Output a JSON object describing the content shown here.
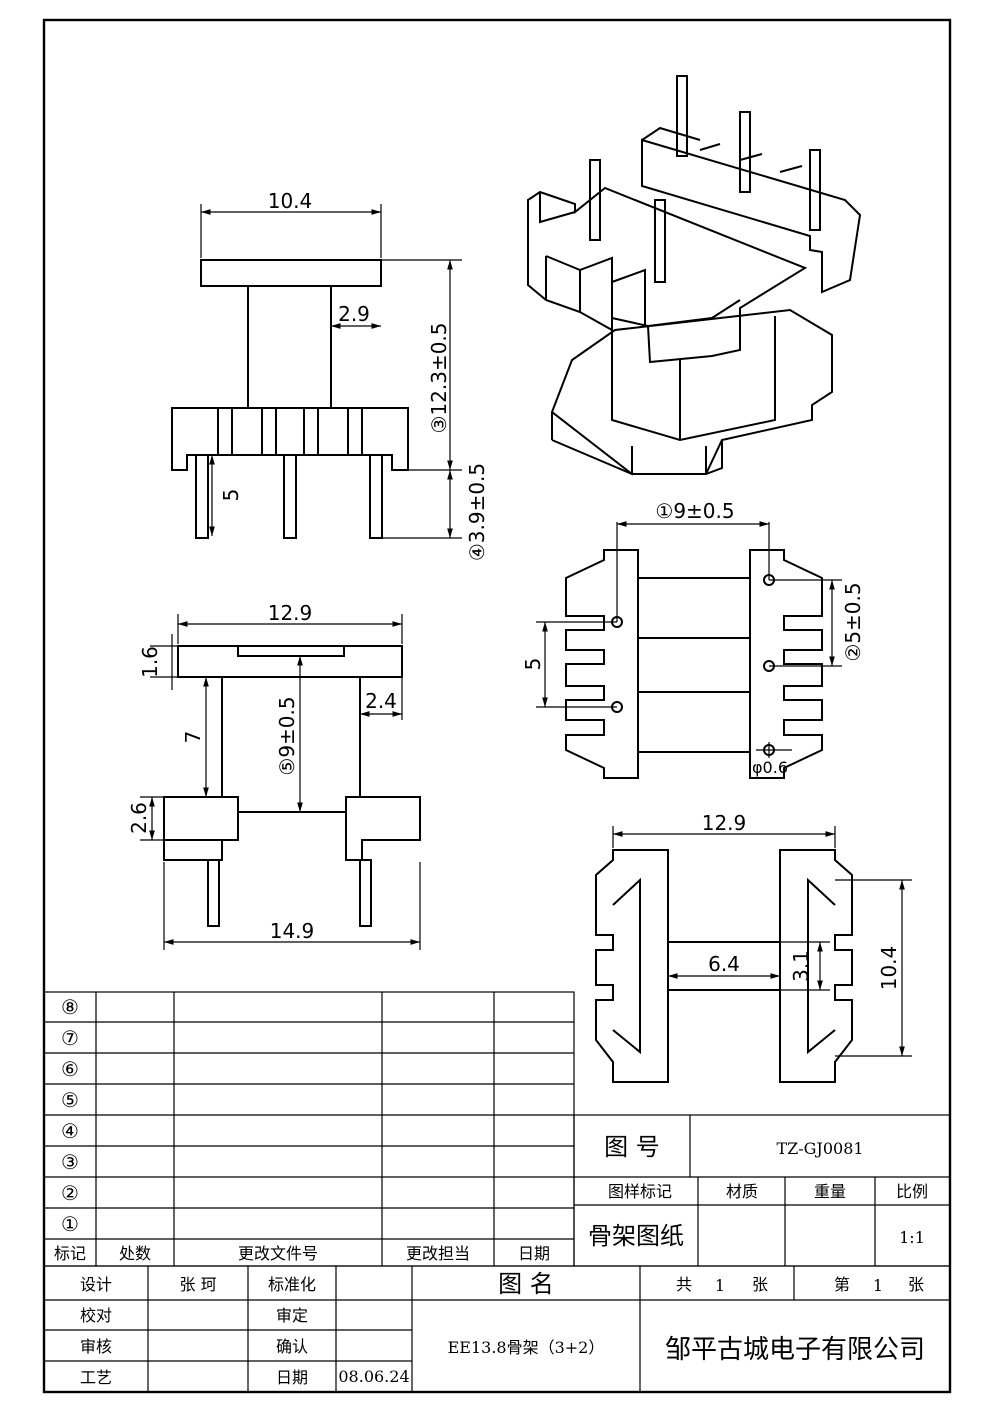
{
  "dimensions": {
    "side_top_width": "10.4",
    "side_post": "2.9",
    "side_height": "③12.3±0.5",
    "side_pin_len": "5",
    "side_pin_offset": "④3.9±0.5",
    "front_top_width": "12.9",
    "front_flange": "1.6",
    "front_post": "2.4",
    "front_height": "⑤9±0.5",
    "front_inner": "7",
    "front_base": "2.6",
    "front_bottom_width": "14.9",
    "bottom_pin_span": "①9±0.5",
    "bottom_pitch_left": "5",
    "bottom_pitch_right": "②5±0.5",
    "bottom_pin_dia": "φ0.6",
    "top_width": "12.9",
    "top_core_w": "6.4",
    "top_core_h": "3.1",
    "top_height": "10.4"
  },
  "revision_table": {
    "rows": [
      "⑧",
      "⑦",
      "⑥",
      "⑤",
      "④",
      "③",
      "②",
      "①"
    ],
    "headers": [
      "标记",
      "处数",
      "更改文件号",
      "更改担当",
      "日期"
    ]
  },
  "title_block": {
    "drawing_no_label": "图 号",
    "drawing_no": "TZ-GJ0081",
    "mark_label": "图样标记",
    "material_label": "材质",
    "weight_label": "重量",
    "scale_label": "比例",
    "doc_type": "骨架图纸",
    "scale": "1:1",
    "design_label": "设计",
    "designer": "张 珂",
    "standard_label": "标准化",
    "name_label": "图 名",
    "total_label": "共",
    "total_value": "1",
    "sheet_unit1": "张",
    "sheet_label": "第",
    "sheet_value": "1",
    "sheet_unit2": "张",
    "check_label": "校对",
    "review_label": "审定",
    "audit_label": "审核",
    "confirm_label": "确认",
    "process_label": "工艺",
    "date_label": "日期",
    "date": "08.06.24",
    "part_name": "EE13.8骨架（3+2）",
    "company": "邹平古城电子有限公司"
  }
}
